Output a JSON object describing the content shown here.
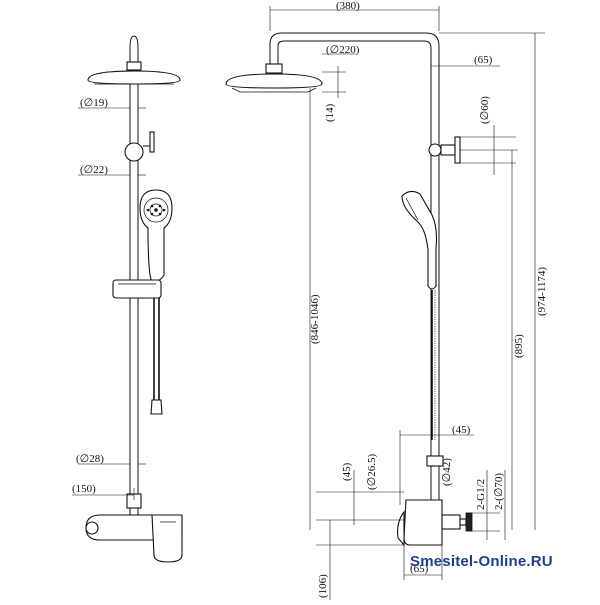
{
  "watermark": "Smesitel-Online.RU",
  "dimensions": {
    "top_width": "(380)",
    "head_dia_right": "(∅220)",
    "arm_offset": "(65)",
    "head_thickness": "(14)",
    "knob_dia": "(∅60)",
    "total_height": "(974-1174)",
    "pipe_height_range": "(846-1046)",
    "pipe_height": "(895)",
    "mixer_offset": "(45)",
    "right_45": "(45)",
    "nut_dia": "(∅26.5)",
    "pipe_dia_42": "(∅42)",
    "thread": "2-G1/2",
    "flange_dia": "2-(∅70)",
    "bottom_65": "(65)",
    "bottom_106": "(106)",
    "dia_19": "(∅19)",
    "dia_22": "(∅22)",
    "dia_28": "(∅28)",
    "spacing_150": "(150)"
  }
}
